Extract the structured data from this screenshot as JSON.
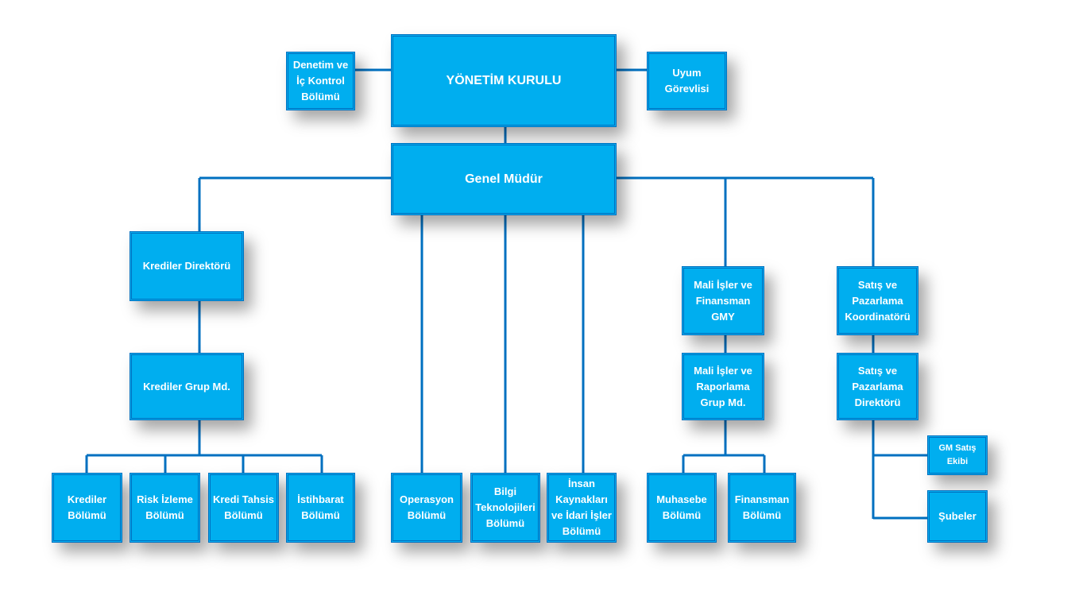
{
  "colors": {
    "box_fill": "#00AEEF",
    "box_border": "#0070C0",
    "connector": "#0070C0",
    "text": "#FFFFFF"
  },
  "nodes": {
    "denetim": "Denetim ve\nİç Kontrol\nBölümü",
    "yonetim": "YÖNETİM KURULU",
    "uyum": "Uyum\nGörevlisi",
    "genel": "Genel Müdür",
    "krediler_dir": "Krediler Direktörü",
    "krediler_grup": "Krediler Grup Md.",
    "krediler_bol": "Krediler\nBölümü",
    "risk": "Risk İzleme\nBölümü",
    "tahsis": "Kredi Tahsis\nBölümü",
    "istihbarat": "İstihbarat\nBölümü",
    "operasyon": "Operasyon\nBölümü",
    "bilgi": "Bilgi\nTeknolojileri\nBölümü",
    "insan": "İnsan\nKaynakları\nve İdari İşler\nBölümü",
    "mali_gmy": "Mali İşler ve\nFinansman\nGMY",
    "mali_grup": "Mali İşler ve\nRaporlama\nGrup Md.",
    "muhasebe": "Muhasebe\nBölümü",
    "finansman": "Finansman\nBölümü",
    "satis_koord": "Satış ve\nPazarlama\nKoordinatörü",
    "satis_dir": "Satış ve\nPazarlama\nDirektörü",
    "gm_satis": "GM Satış\nEkibi",
    "subeler": "Şubeler"
  }
}
